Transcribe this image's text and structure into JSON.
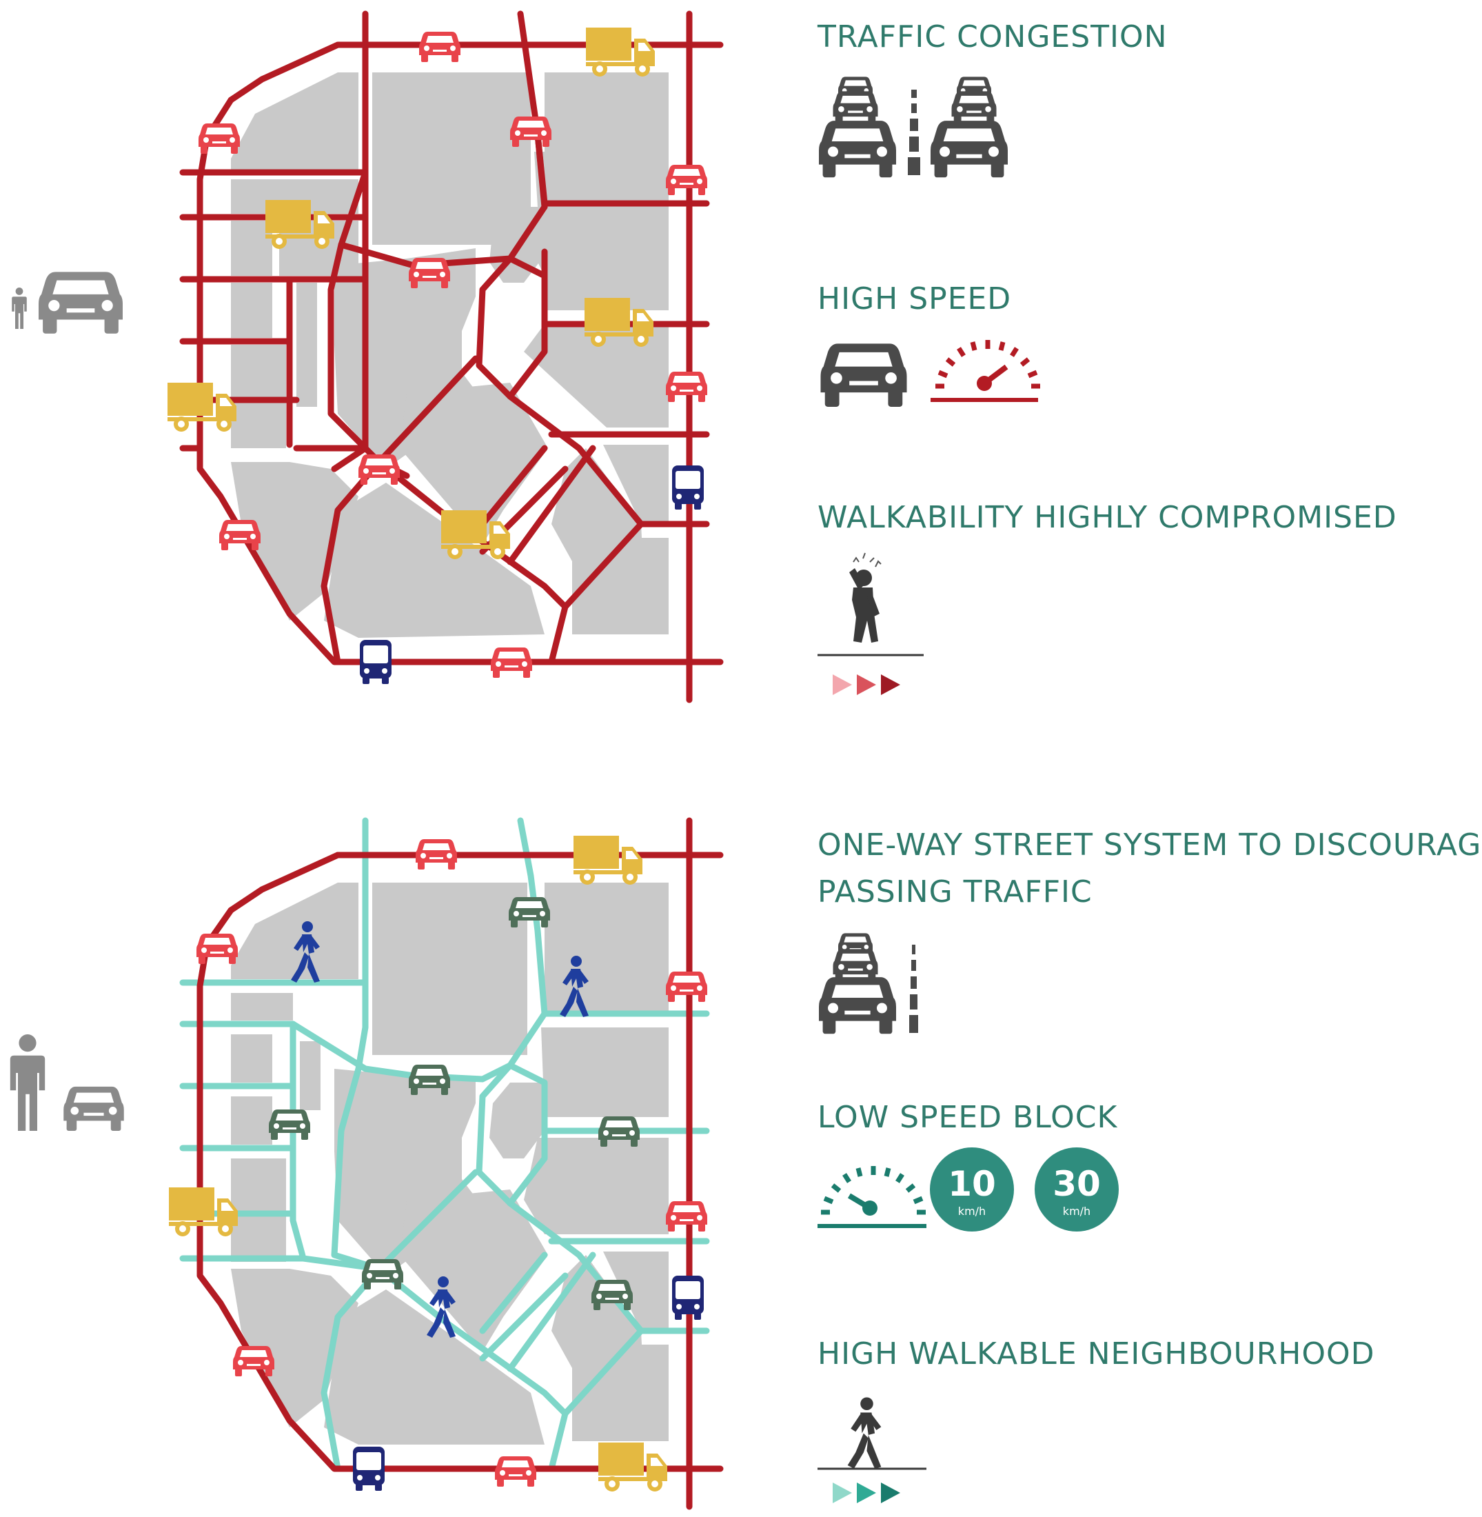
{
  "colors": {
    "road_red": "#b31b23",
    "road_teal": "#7ed6c8",
    "block_grey": "#c9c9c9",
    "label_green": "#2f7a6b",
    "car_red": "#e8434a",
    "car_green": "#4f6f59",
    "truck_yellow": "#e4b941",
    "bus_navy": "#1f2675",
    "pedestrian_blue": "#1f3e9e",
    "icon_dark": "#4a4a4a",
    "icon_grey": "#8a8a8a",
    "arrow_light": "#f3a6ad",
    "arrow_mid": "#d9535c",
    "arrow_dark": "#9e1a24",
    "teal_arrow_light": "#8fd8c9",
    "teal_arrow_mid": "#2faa95",
    "teal_arrow_dark": "#1a7c6d",
    "badge_teal": "#2f8d7e"
  },
  "top_panel": {
    "labels": {
      "traffic_congestion": "TRAFFIC CONGESTION",
      "high_speed": "HIGH SPEED",
      "walkability": "WALKABILITY HIGHLY COMPROMISED"
    },
    "icons": [
      "person-icon",
      "car-icon",
      "congestion-icon",
      "speedometer-icon",
      "stressed-pedestrian-icon",
      "direction-arrows-icon"
    ]
  },
  "bottom_panel": {
    "labels": {
      "one_way_line1": "ONE-WAY STREET SYSTEM TO DISCOURAGE",
      "one_way_line2": "PASSING TRAFFIC",
      "low_speed": "LOW SPEED BLOCK",
      "walkable": "HIGH WALKABLE NEIGHBOURHOOD"
    },
    "speed_badges": [
      {
        "value": "10",
        "unit": "km/h"
      },
      {
        "value": "30",
        "unit": "km/h"
      }
    ],
    "icons": [
      "person-icon",
      "car-icon",
      "one-lane-icon",
      "speedometer-icon",
      "walking-pedestrian-icon",
      "direction-arrows-icon"
    ]
  }
}
